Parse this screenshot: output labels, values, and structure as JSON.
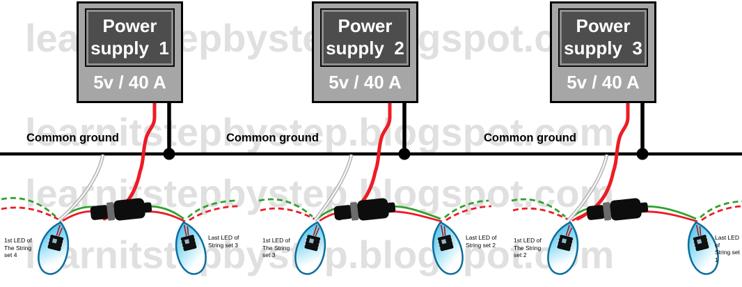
{
  "watermark": {
    "text": "learnitstepbystep.blogspot.com"
  },
  "power_supplies": [
    {
      "name_line1": "Power",
      "name_line2": "supply  1",
      "rating": "5v / 40 A"
    },
    {
      "name_line1": "Power",
      "name_line2": "supply  2",
      "rating": "5v / 40 A"
    },
    {
      "name_line1": "Power",
      "name_line2": "supply  3",
      "rating": "5v / 40 A"
    }
  ],
  "bus": {
    "labels": [
      "Common ground",
      "Common ground",
      "Common ground"
    ]
  },
  "led_strings": {
    "labels": [
      {
        "lines": [
          "1st LED of",
          "The String",
          "set 4"
        ]
      },
      {
        "lines": [
          "Last LED of",
          "String set 3"
        ]
      },
      {
        "lines": [
          "1st LED of",
          "The String",
          "set 3"
        ]
      },
      {
        "lines": [
          "Last LED of",
          "String set 2"
        ]
      },
      {
        "lines": [
          "1st LED of",
          "The String",
          "set 2"
        ]
      },
      {
        "lines": [
          "Last LED of",
          "String set 1"
        ]
      }
    ]
  },
  "colors": {
    "power_wire_red": "#ed1c24",
    "data_wire_green": "#2fa12e",
    "ground_bus_black": "#000000",
    "ground_wire_white": "#f4f4f4",
    "supply_box_gray": "#a6a6a6",
    "supply_panel_dark": "#4d4d4d",
    "led_body_blue": "#3db8e8",
    "watermark_gray": "#c7c7c7"
  }
}
